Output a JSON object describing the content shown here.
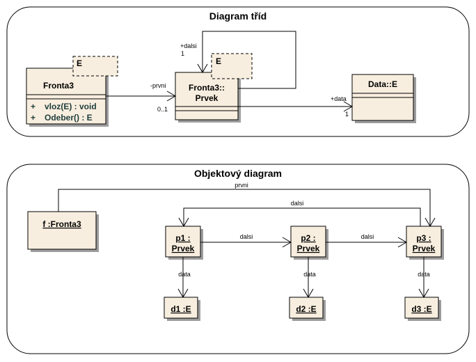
{
  "class_diagram": {
    "title": "Diagram tříd",
    "fronta3": {
      "name": "Fronta3",
      "template_param": "E",
      "operations": [
        {
          "visibility": "+",
          "signature": "vloz(E) : void"
        },
        {
          "visibility": "+",
          "signature": "Odeber() : E"
        }
      ]
    },
    "prvek": {
      "name_line1": "Fronta3::",
      "name_line2": "Prvek",
      "template_param": "E"
    },
    "data": {
      "name": "Data::E"
    },
    "assoc_prvni": {
      "role": "-prvni",
      "multiplicity": "0..1"
    },
    "assoc_dalsi": {
      "role": "+dalsi",
      "multiplicity": "1"
    },
    "assoc_data": {
      "role": "+data",
      "multiplicity": "1"
    }
  },
  "object_diagram": {
    "title": "Objektový diagram",
    "f": {
      "name": "f :Fronta3"
    },
    "p1": {
      "line1": "p1 :",
      "line2": "Prvek"
    },
    "p2": {
      "line1": "p2 :",
      "line2": "Prvek"
    },
    "p3": {
      "line1": "p3 :",
      "line2": "Prvek"
    },
    "d1": {
      "name": "d1 :E"
    },
    "d2": {
      "name": "d2 :E"
    },
    "d3": {
      "name": "d3 :E"
    },
    "link_prvni": "prvni",
    "link_dalsi_p3_p1": "dalsi",
    "link_dalsi_p1_p2": "dalsi",
    "link_dalsi_p2_p3": "dalsi",
    "link_data_1": "data",
    "link_data_2": "data",
    "link_data_3": "data"
  }
}
